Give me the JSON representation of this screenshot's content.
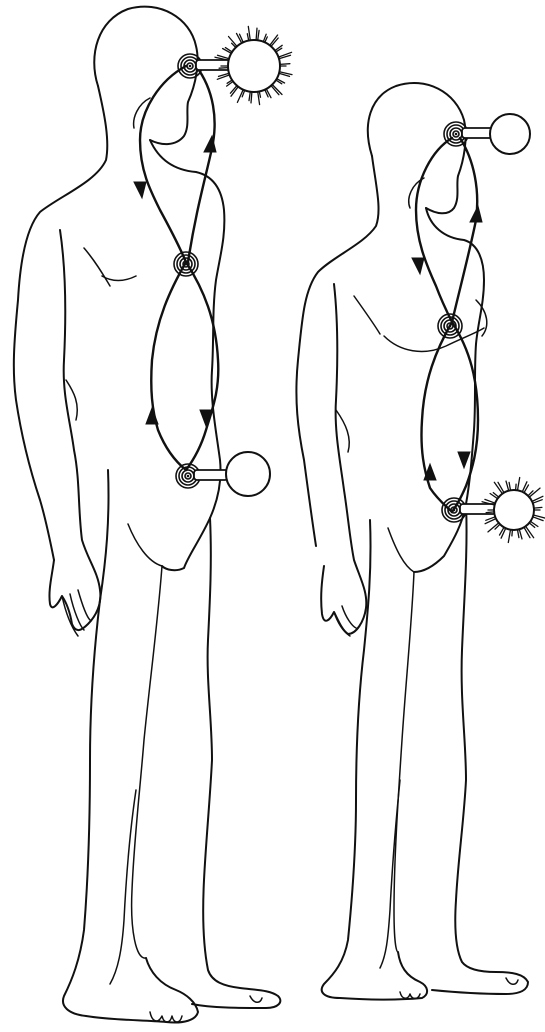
{
  "figures": [
    {
      "id": "male",
      "centers": [
        "head",
        "heart",
        "pelvis"
      ],
      "radiating_orb": "head",
      "plain_orb": "pelvis"
    },
    {
      "id": "female",
      "centers": [
        "head",
        "heart",
        "pelvis"
      ],
      "radiating_orb": "pelvis",
      "plain_orb": "head"
    }
  ],
  "colors": {
    "line": "#111111",
    "background": "#ffffff"
  }
}
